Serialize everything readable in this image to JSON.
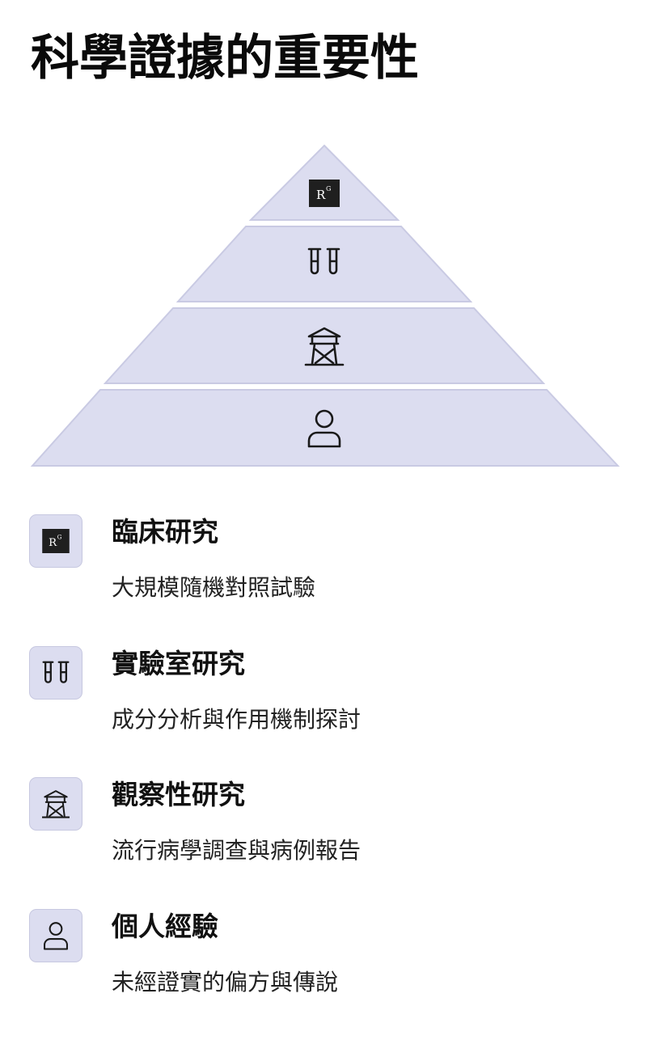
{
  "title": "科學證據的重要性",
  "colors": {
    "tier_fill": "#dcddf0",
    "tier_stroke": "#c9cae3",
    "icon_stroke": "#1a1a1a",
    "rg_badge_bg": "#1f1f1f"
  },
  "pyramid": {
    "tiers": [
      {
        "icon": "rg-badge-icon",
        "label_ref": "clinical"
      },
      {
        "icon": "test-tubes-icon",
        "label_ref": "laboratory"
      },
      {
        "icon": "watchtower-icon",
        "label_ref": "observational"
      },
      {
        "icon": "person-icon",
        "label_ref": "personal"
      }
    ]
  },
  "rg_badge": {
    "r": "R",
    "g": "G"
  },
  "items": [
    {
      "icon": "rg-badge-icon",
      "title": "臨床研究",
      "description": "大規模隨機對照試驗"
    },
    {
      "icon": "test-tubes-icon",
      "title": "實驗室研究",
      "description": "成分分析與作用機制探討"
    },
    {
      "icon": "watchtower-icon",
      "title": "觀察性研究",
      "description": "流行病學調查與病例報告"
    },
    {
      "icon": "person-icon",
      "title": "個人經驗",
      "description": "未經證實的偏方與傳說"
    }
  ]
}
